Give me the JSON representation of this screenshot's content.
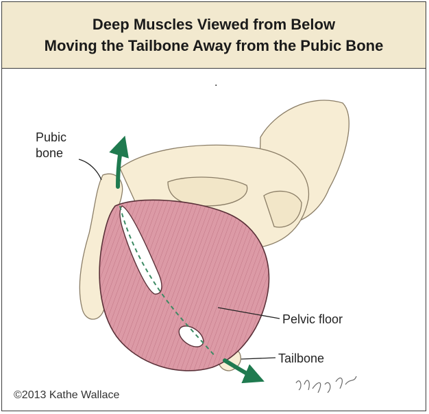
{
  "title": {
    "line1": "Deep Muscles Viewed from Below",
    "line2": "Moving the Tailbone Away from the Pubic Bone"
  },
  "labels": {
    "pubic_line1": "Pubic",
    "pubic_line2": "bone",
    "pelvic_floor": "Pelvic floor",
    "tailbone": "Tailbone"
  },
  "dot": ".",
  "copyright": "©2013 Kathe Wallace",
  "signature_text": "Kathe Wallace",
  "colors": {
    "header_bg": "#f2e9cf",
    "bone": "#f7edd4",
    "muscle": "#d88c9a",
    "arrow": "#1f7a4f"
  }
}
